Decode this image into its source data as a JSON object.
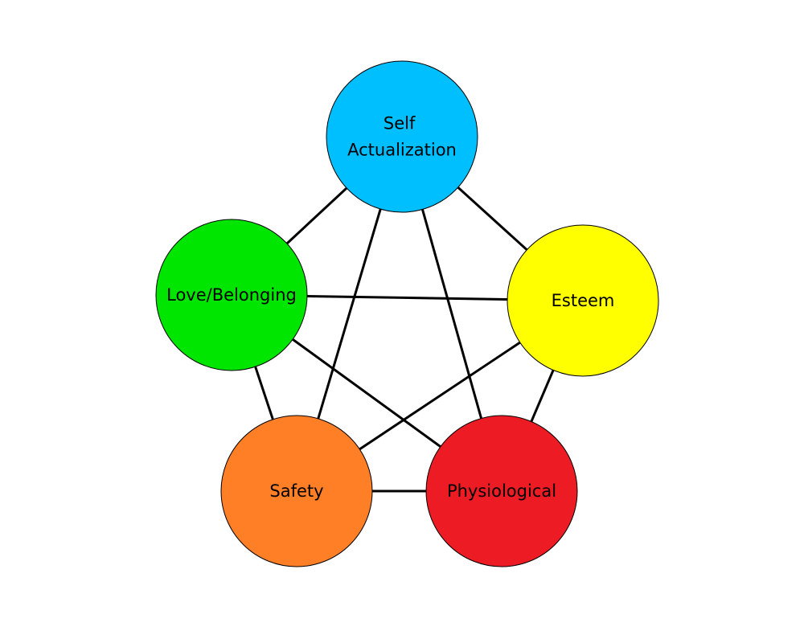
{
  "diagram": {
    "nodes": [
      {
        "id": "self_actualization",
        "label_lines": [
          "Self",
          "Actualization"
        ],
        "color": "#00BFFF"
      },
      {
        "id": "esteem",
        "label_lines": [
          "Esteem"
        ],
        "color": "#FFFF00"
      },
      {
        "id": "physiological",
        "label_lines": [
          "Physiological"
        ],
        "color": "#ED1C24"
      },
      {
        "id": "safety",
        "label_lines": [
          "Safety"
        ],
        "color": "#FF7F27"
      },
      {
        "id": "love_belonging",
        "label_lines": [
          "Love/Belonging"
        ],
        "color": "#00E600"
      }
    ],
    "edges": [
      [
        "self_actualization",
        "esteem"
      ],
      [
        "self_actualization",
        "love_belonging"
      ],
      [
        "self_actualization",
        "safety"
      ],
      [
        "self_actualization",
        "physiological"
      ],
      [
        "love_belonging",
        "esteem"
      ],
      [
        "love_belonging",
        "safety"
      ],
      [
        "love_belonging",
        "physiological"
      ],
      [
        "esteem",
        "safety"
      ],
      [
        "esteem",
        "physiological"
      ],
      [
        "safety",
        "physiological"
      ]
    ]
  }
}
